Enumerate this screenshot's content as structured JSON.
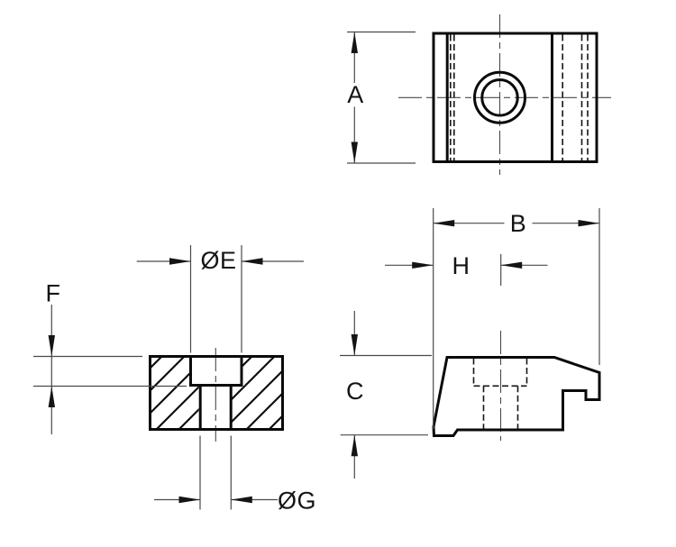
{
  "drawing": {
    "kind": "3-view mechanical part drawing",
    "views": [
      "top-view",
      "section-view",
      "side-view"
    ]
  },
  "labels": {
    "a": "A",
    "b": "B",
    "c": "C",
    "f": "F",
    "h": "H",
    "e": "ØE",
    "g": "ØG"
  },
  "colors": {
    "background": "#ffffff",
    "outline": "#0a0a0a",
    "thin_line": "#4a4a4a",
    "hidden_line": "#161616",
    "text": "#141414"
  }
}
